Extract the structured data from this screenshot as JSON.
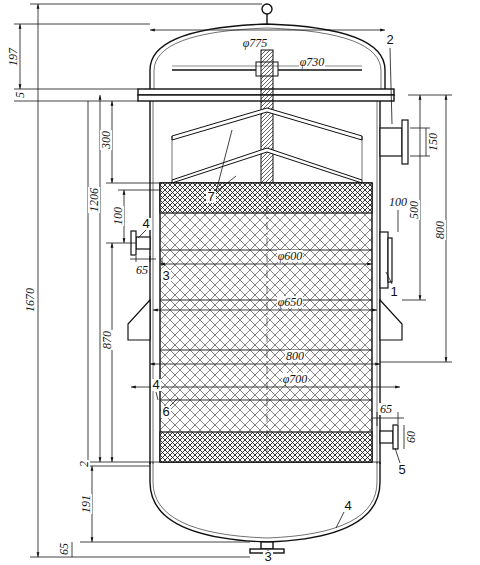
{
  "diagram": {
    "labels": [
      "φ775",
      "5",
      "197",
      "φ730",
      "2",
      "150",
      "300",
      "7",
      "500",
      "800",
      "1670",
      "1206",
      "100",
      "4",
      "65",
      "100",
      "1",
      "3",
      "φ600",
      "φ650",
      "870",
      "800",
      "φ700",
      "4",
      "65",
      "6",
      "60",
      "5",
      "2",
      "191",
      "4",
      "65",
      "3"
    ]
  }
}
